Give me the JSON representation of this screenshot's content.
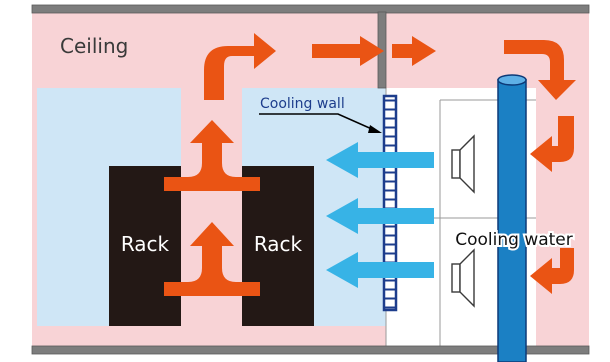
{
  "labels": {
    "ceiling": "Ceiling",
    "cooling_wall": "Cooling wall",
    "rack_left": "Rack",
    "rack_right": "Rack",
    "cooling_water": "Cooling water"
  },
  "colors": {
    "frame": "#7d7d7d",
    "hot_zone": "#f8d3d6",
    "cold_zone": "#cfe6f6",
    "rack": "#231815",
    "hot_air_arrow": "#ea5414",
    "cold_air_arrow": "#37b3e6",
    "cooling_wall": "#1d3d8c",
    "water_pipe": "#1b80c4",
    "pipe_outline": "#0d3a78"
  }
}
